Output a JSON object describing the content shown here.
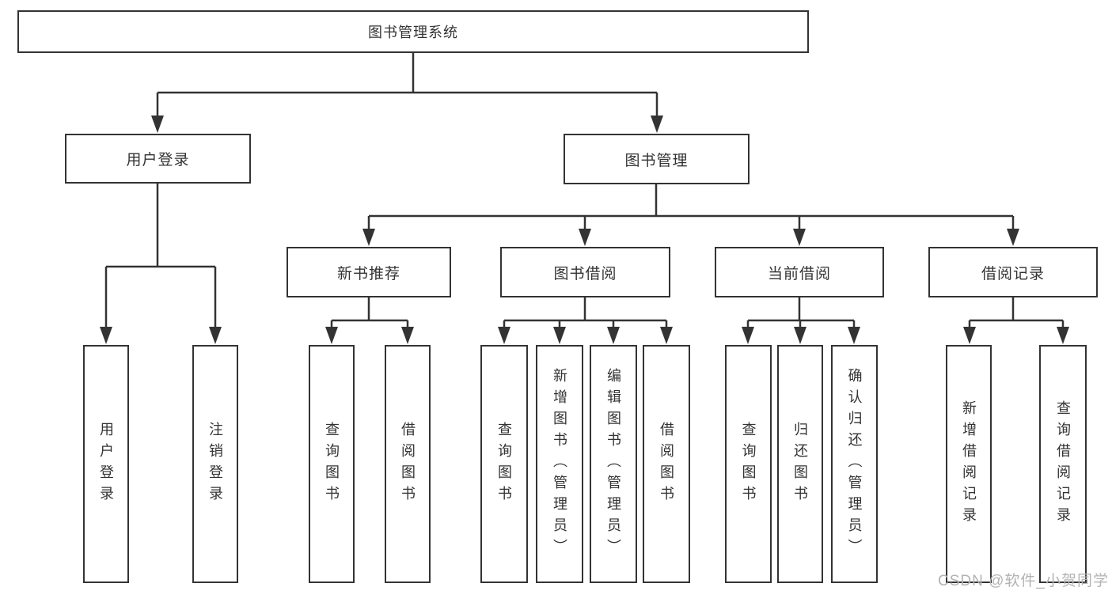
{
  "tree": {
    "root": "图书管理系统",
    "level2": [
      {
        "label": "用户登录",
        "children": [
          "用户登录",
          "注销登录"
        ]
      },
      {
        "label": "图书管理",
        "groups": [
          {
            "label": "新书推荐",
            "children": [
              "查询图书",
              "借阅图书"
            ]
          },
          {
            "label": "图书借阅",
            "children": [
              "查询图书",
              "新增图书（管理员）",
              "编辑图书（管理员）",
              "借阅图书"
            ]
          },
          {
            "label": "当前借阅",
            "children": [
              "查询图书",
              "归还图书",
              "确认归还（管理员）"
            ]
          },
          {
            "label": "借阅记录",
            "children": [
              "新增借阅记录",
              "查询借阅记录"
            ]
          }
        ]
      }
    ]
  },
  "watermark": {
    "text": "CSDN @软件_小贺同学"
  },
  "colors": {
    "line": "#333333",
    "box_border": "#333333",
    "box_background": "#ffffff",
    "text": "#333333",
    "watermark": "#b3b3b3",
    "page_background": "#ffffff"
  }
}
